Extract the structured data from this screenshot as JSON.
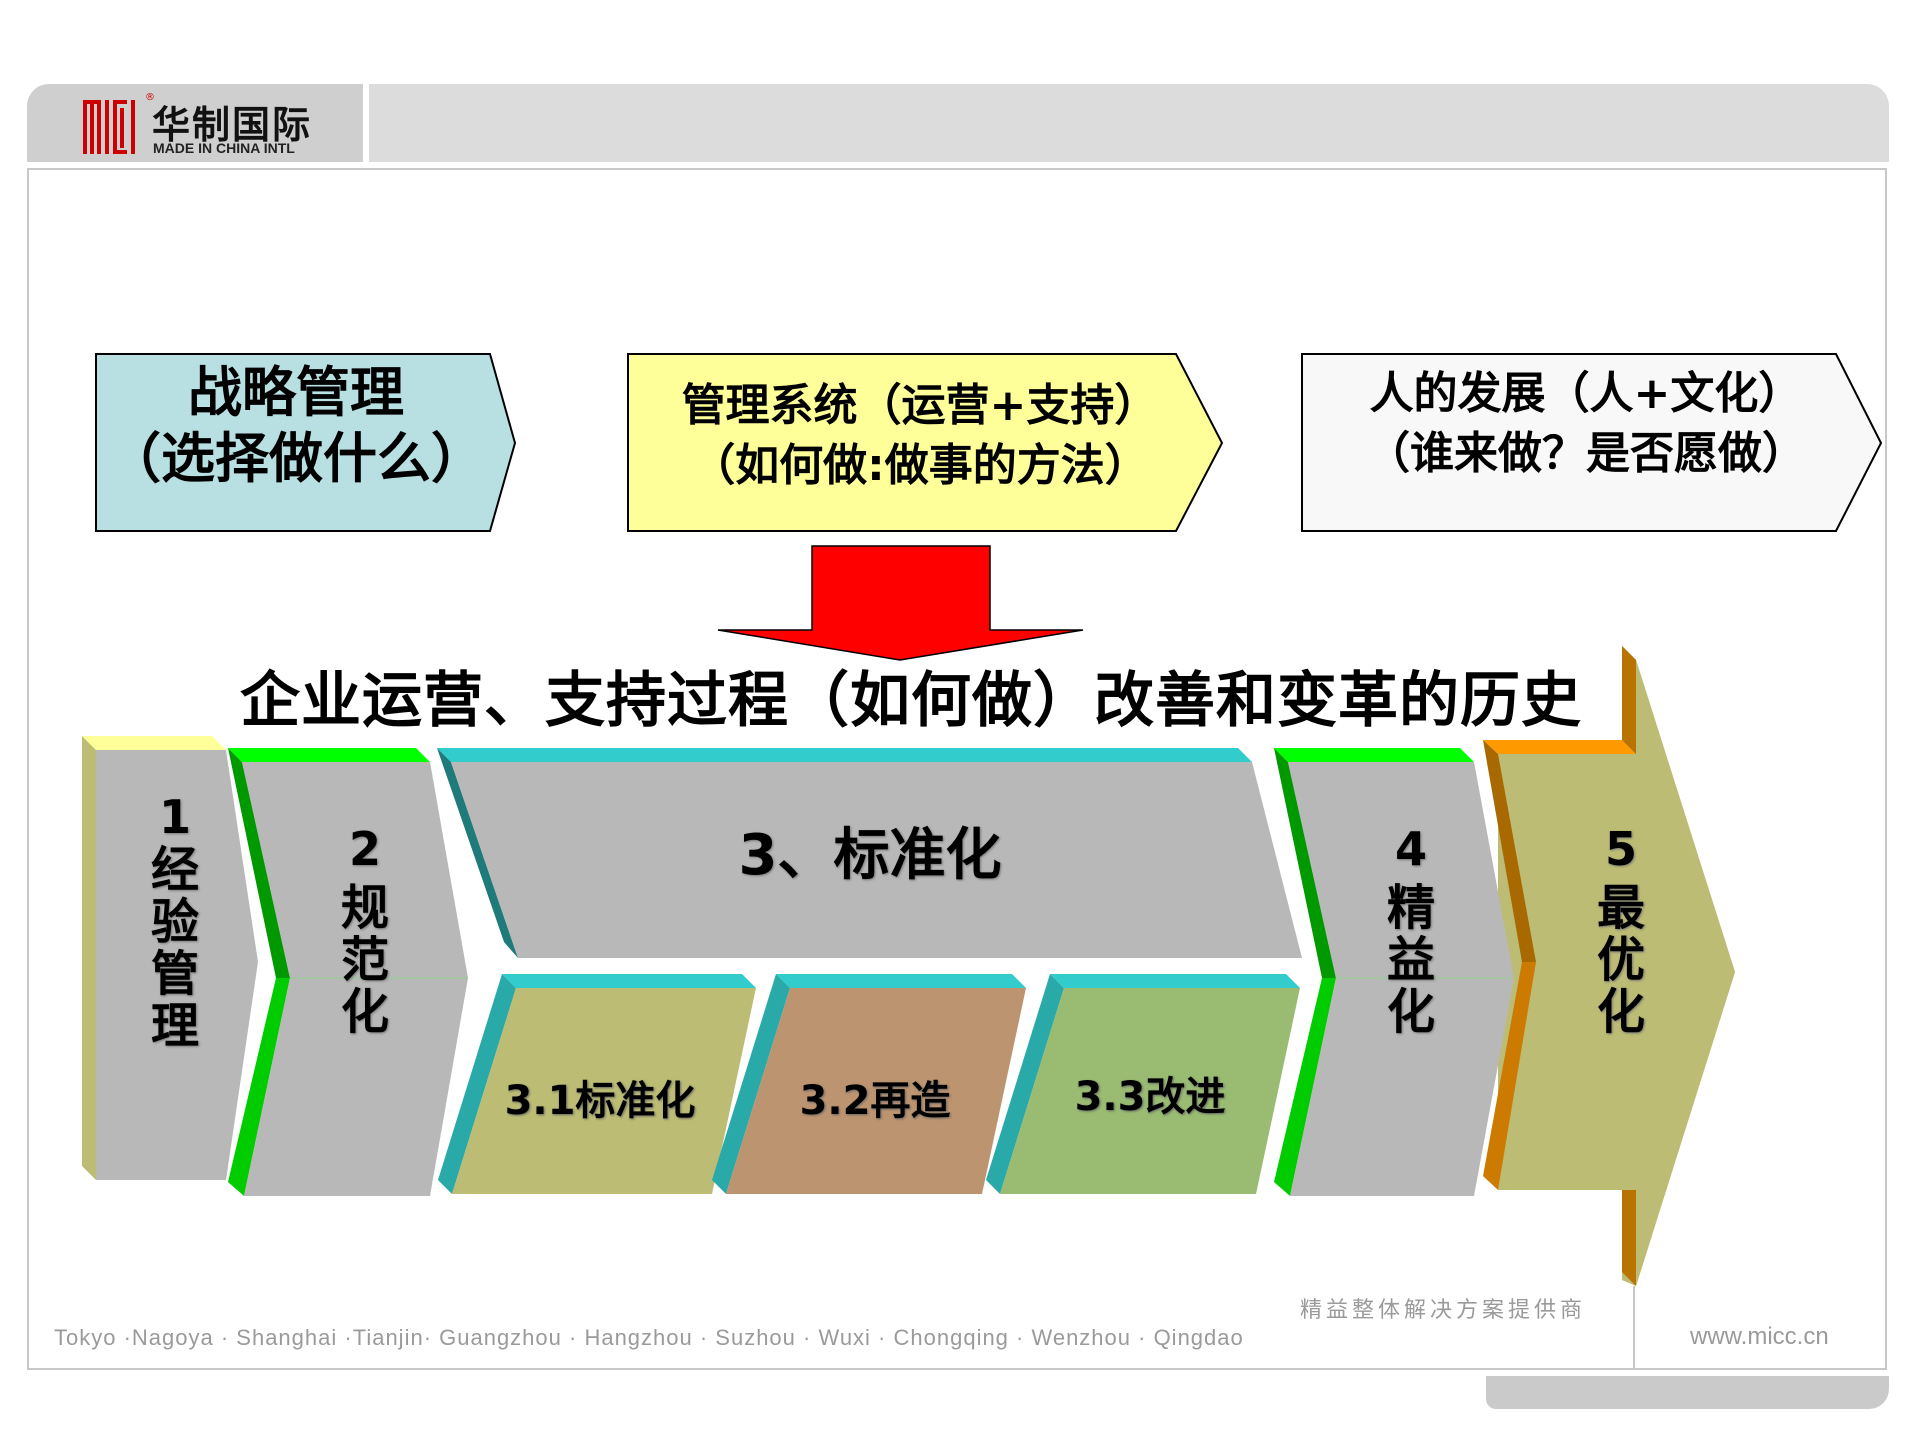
{
  "header": {
    "logo_mark": "MICI",
    "logo_cn": "华制国际",
    "logo_en": "MADE IN CHINA INTL",
    "logo_registered": "®"
  },
  "top_boxes": [
    {
      "line1": "战略管理",
      "line2": "（选择做什么）",
      "color": "#b8dfe2"
    },
    {
      "line1": "管理系统（运营+支持）",
      "line2": "（如何做:做事的方法）",
      "color": "#ffff99"
    },
    {
      "line1": "人的发展（人+文化）",
      "line2": "（谁来做？是否愿做）",
      "color": "#f8f8f8"
    }
  ],
  "arrow": {
    "color": "#ff0000",
    "direction": "down"
  },
  "title": "企业运营、支持过程（如何做）改善和变革的历史",
  "stages": [
    {
      "num": "1",
      "label": [
        "经",
        "验",
        "管",
        "理"
      ],
      "face": "#b8b8b8",
      "top": "#ffff99",
      "side": "#bcbc74"
    },
    {
      "num": "2",
      "label": [
        "规",
        "范",
        "化"
      ],
      "face": "#b8b8b8",
      "top": "#00ff00",
      "side": "#00cc00"
    },
    {
      "num": "3",
      "title": "3、标准化",
      "face": "#b8b8b8",
      "top": "#33cccc",
      "side": "#1f7a7a",
      "children": [
        {
          "label": "3.1标准化",
          "face": "#bcbc74"
        },
        {
          "label": "3.2再造",
          "face": "#bd9470"
        },
        {
          "label": "3.3改进",
          "face": "#99bb72"
        }
      ]
    },
    {
      "num": "4",
      "label": [
        "精",
        "益",
        "化"
      ],
      "face": "#b8b8b8",
      "top": "#00ff00",
      "side": "#00cc00"
    },
    {
      "num": "5",
      "label": [
        "最",
        "优",
        "化"
      ],
      "face": "#bcbc74",
      "top": "#ff9900",
      "side": "#cc7a00"
    }
  ],
  "footer": {
    "tagline": "精益整体解决方案提供商",
    "cities": "Tokyo ·Nagoya · Shanghai ·Tianjin· Guangzhou · Hangzhou · Suzhou · Wuxi · Chongqing · Wenzhou · Qingdao",
    "url": "www.micc.cn"
  }
}
